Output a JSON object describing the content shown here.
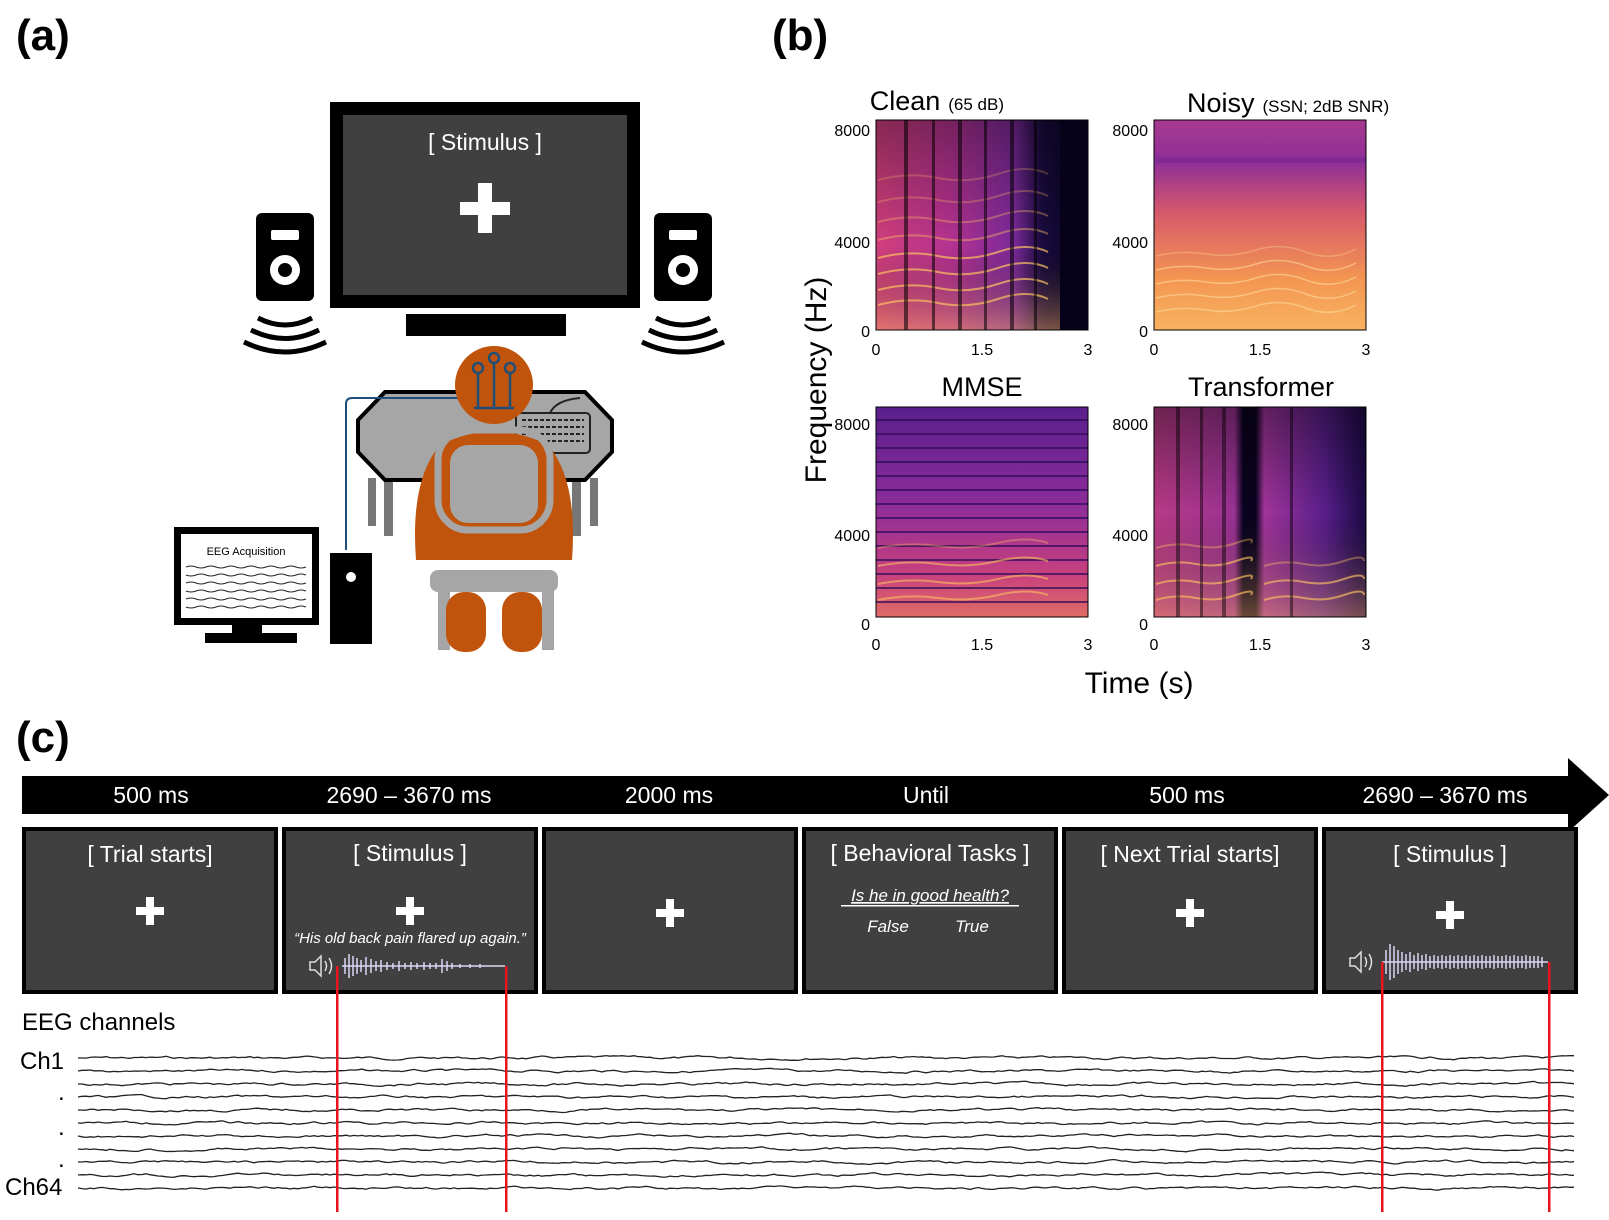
{
  "panel_a": {
    "label": "(a)",
    "monitor_text": "[ Stimulus ]",
    "eeg_screen_text": "EEG Acquisition"
  },
  "panel_b": {
    "label": "(b)",
    "ylabel": "Frequency (Hz)",
    "xlabel": "Time (s)",
    "y_ticks": [
      "8000",
      "4000",
      "0"
    ],
    "x_ticks": [
      "0",
      "1.5",
      "3"
    ],
    "spectrograms": [
      {
        "title": "Clean",
        "subtitle": "(65 dB)"
      },
      {
        "title": "Noisy",
        "subtitle": "(SSN; 2dB SNR)"
      },
      {
        "title": "MMSE",
        "subtitle": ""
      },
      {
        "title": "Transformer",
        "subtitle": ""
      }
    ]
  },
  "panel_c": {
    "label": "(c)",
    "durations": [
      "500 ms",
      "2690 – 3670 ms",
      "2000 ms",
      "Until",
      "500 ms",
      "2690 – 3670 ms"
    ],
    "screens": [
      {
        "title": "[ Trial starts]"
      },
      {
        "title": "[ Stimulus ]",
        "sentence": "“His old back pain flared up again.”"
      },
      {
        "title": ""
      },
      {
        "title": "[ Behavioral Tasks ]",
        "question": "Is he in good health?",
        "option_false": "False",
        "option_true": "True"
      },
      {
        "title": "[ Next Trial starts]"
      },
      {
        "title": "[ Stimulus ]"
      }
    ],
    "eeg_title": "EEG channels",
    "channel_first": "Ch1",
    "channel_last": "Ch64",
    "ellipsis": ".",
    "marker_color": "#e8141b"
  },
  "colors": {
    "screen_bg": "#404040",
    "person": "#c0540c",
    "desk": "#a6a6a6",
    "spectro_dark": "#0c0530",
    "spectro_mid": "#b0308a",
    "spectro_bright": "#fcc060"
  }
}
